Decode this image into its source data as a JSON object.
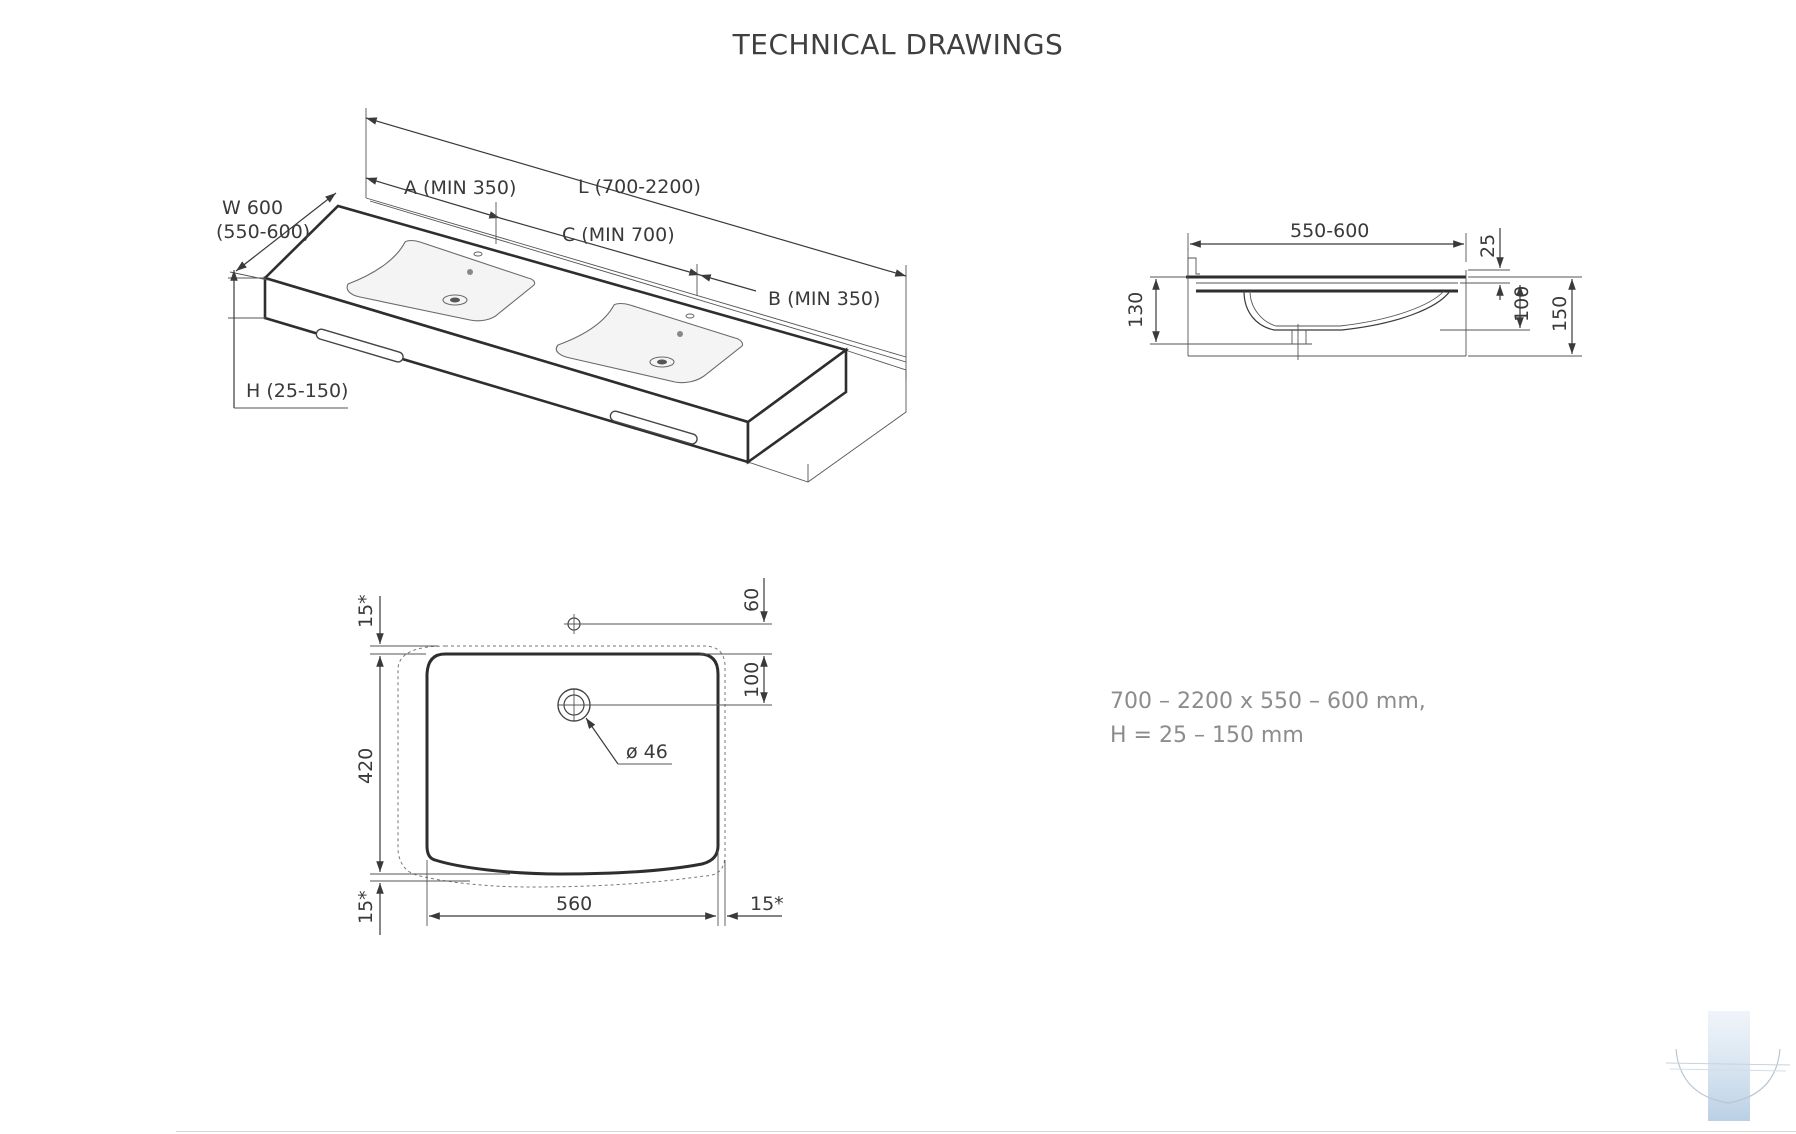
{
  "page": {
    "title": "TECHNICAL DRAWINGS"
  },
  "iso_view": {
    "dim_width": "W 600",
    "dim_width_range": "(550-600)",
    "dim_a": "A (MIN 350)",
    "dim_length": "L (700-2200)",
    "dim_c": "C (MIN 700)",
    "dim_b": "B (MIN 350)",
    "dim_height": "H (25-150)"
  },
  "section_view": {
    "dim_top_width": "550-600",
    "dim_25": "25",
    "dim_130": "130",
    "dim_100": "100",
    "dim_150": "150"
  },
  "top_view": {
    "dim_15_top": "15*",
    "dim_60": "60",
    "dim_100": "100",
    "dim_420": "420",
    "dim_diameter": "ø 46",
    "dim_15_bottom": "15*",
    "dim_560": "560",
    "dim_15_right": "15*"
  },
  "spec": {
    "line1": "700 – 2200 x 550 – 600 mm,",
    "line2": "H = 25 – 150 mm"
  },
  "colors": {
    "line": "#3a3a3a",
    "spec_text": "#8c8c8c",
    "logo_blue": "#a9c4de"
  }
}
